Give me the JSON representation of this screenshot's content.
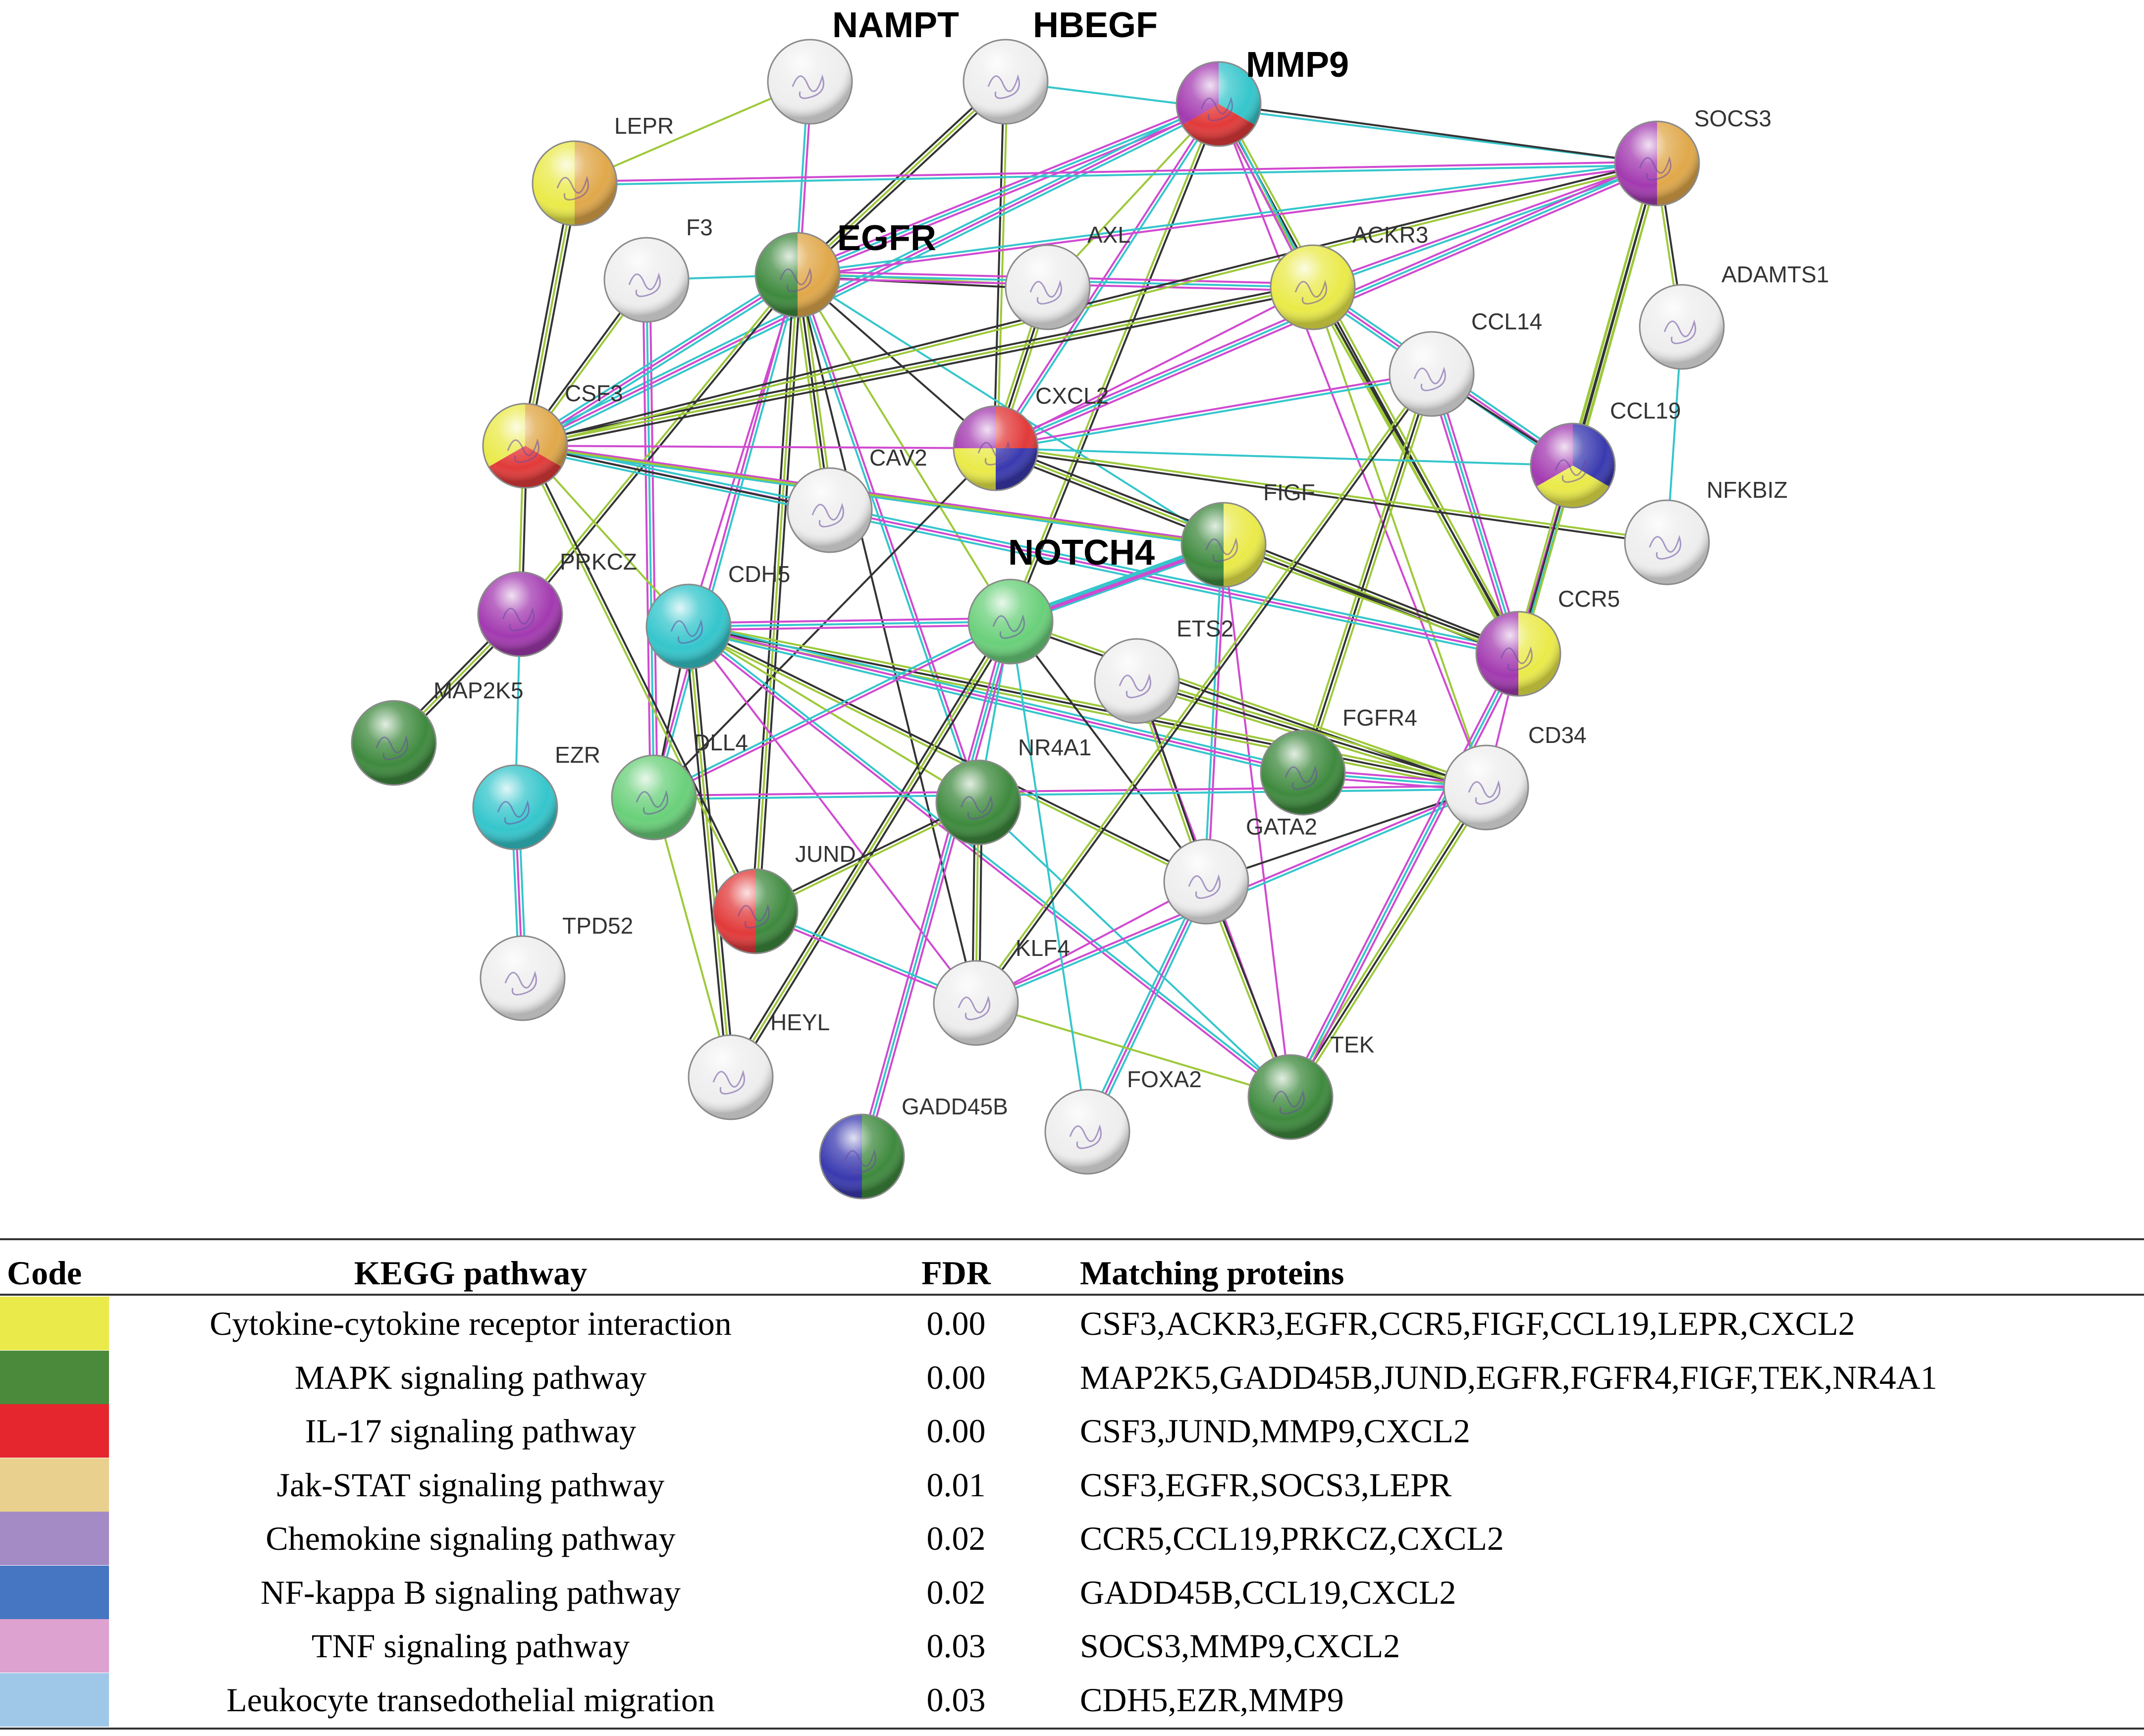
{
  "network": {
    "colors": {
      "yellow": "#eaea4a",
      "green": "#3f8a3f",
      "red": "#e23a3a",
      "tan": "#e0a84a",
      "purple": "#a33ab0",
      "blue": "#3a3ab0",
      "cyan": "#35c6cc",
      "lightgreen": "#6ad07a",
      "white": "#eeeeee"
    },
    "nodes": [
      {
        "id": "NAMPT",
        "label": "NAMPT",
        "bold": true,
        "colors": [
          "white"
        ]
      },
      {
        "id": "HBEGF",
        "label": "HBEGF",
        "bold": true,
        "colors": [
          "white"
        ]
      },
      {
        "id": "MMP9",
        "label": "MMP9",
        "bold": true,
        "colors": [
          "cyan",
          "red",
          "purple"
        ]
      },
      {
        "id": "SOCS3",
        "label": "SOCS3",
        "bold": false,
        "colors": [
          "tan",
          "purple"
        ]
      },
      {
        "id": "LEPR",
        "label": "LEPR",
        "bold": false,
        "colors": [
          "tan",
          "yellow"
        ]
      },
      {
        "id": "F3",
        "label": "F3",
        "bold": false,
        "colors": [
          "white"
        ]
      },
      {
        "id": "EGFR",
        "label": "EGFR",
        "bold": true,
        "colors": [
          "tan",
          "green"
        ]
      },
      {
        "id": "AXL",
        "label": "AXL",
        "bold": false,
        "colors": [
          "white"
        ]
      },
      {
        "id": "ACKR3",
        "label": "ACKR3",
        "bold": false,
        "colors": [
          "yellow"
        ]
      },
      {
        "id": "ADAMTS1",
        "label": "ADAMTS1",
        "bold": false,
        "colors": [
          "white"
        ]
      },
      {
        "id": "CCL14",
        "label": "CCL14",
        "bold": false,
        "colors": [
          "white"
        ]
      },
      {
        "id": "CSF3",
        "label": "CSF3",
        "bold": false,
        "colors": [
          "tan",
          "red",
          "yellow"
        ]
      },
      {
        "id": "CXCL2",
        "label": "CXCL2",
        "bold": false,
        "colors": [
          "red",
          "blue",
          "yellow",
          "purple"
        ]
      },
      {
        "id": "CAV2",
        "label": "CAV2",
        "bold": false,
        "colors": [
          "white"
        ]
      },
      {
        "id": "CCL19",
        "label": "CCL19",
        "bold": false,
        "colors": [
          "blue",
          "yellow",
          "purple"
        ]
      },
      {
        "id": "FIGF",
        "label": "FIGF",
        "bold": false,
        "colors": [
          "yellow",
          "green"
        ]
      },
      {
        "id": "NFKBIZ",
        "label": "NFKBIZ",
        "bold": false,
        "colors": [
          "white"
        ]
      },
      {
        "id": "PRKCZ",
        "label": "PRKCZ",
        "bold": false,
        "colors": [
          "purple"
        ]
      },
      {
        "id": "CDH5",
        "label": "CDH5",
        "bold": false,
        "colors": [
          "cyan"
        ]
      },
      {
        "id": "NOTCH4",
        "label": "NOTCH4",
        "bold": true,
        "colors": [
          "lightgreen"
        ]
      },
      {
        "id": "CCR5",
        "label": "CCR5",
        "bold": false,
        "colors": [
          "yellow",
          "purple"
        ]
      },
      {
        "id": "ETS2",
        "label": "ETS2",
        "bold": false,
        "colors": [
          "white"
        ]
      },
      {
        "id": "MAP2K5",
        "label": "MAP2K5",
        "bold": false,
        "colors": [
          "green"
        ]
      },
      {
        "id": "EZR",
        "label": "EZR",
        "bold": false,
        "colors": [
          "cyan"
        ]
      },
      {
        "id": "DLL4",
        "label": "DLL4",
        "bold": false,
        "colors": [
          "lightgreen"
        ]
      },
      {
        "id": "NR4A1",
        "label": "NR4A1",
        "bold": false,
        "colors": [
          "green"
        ]
      },
      {
        "id": "FGFR4",
        "label": "FGFR4",
        "bold": false,
        "colors": [
          "green"
        ]
      },
      {
        "id": "CD34",
        "label": "CD34",
        "bold": false,
        "colors": [
          "white"
        ]
      },
      {
        "id": "GATA2",
        "label": "GATA2",
        "bold": false,
        "colors": [
          "white"
        ]
      },
      {
        "id": "JUND",
        "label": "JUND",
        "bold": false,
        "colors": [
          "green",
          "red"
        ]
      },
      {
        "id": "TPD52",
        "label": "TPD52",
        "bold": false,
        "colors": [
          "white"
        ]
      },
      {
        "id": "KLF4",
        "label": "KLF4",
        "bold": false,
        "colors": [
          "white"
        ]
      },
      {
        "id": "HEYL",
        "label": "HEYL",
        "bold": false,
        "colors": [
          "white"
        ]
      },
      {
        "id": "TEK",
        "label": "TEK",
        "bold": false,
        "colors": [
          "green"
        ]
      },
      {
        "id": "FOXA2",
        "label": "FOXA2",
        "bold": false,
        "colors": [
          "white"
        ]
      },
      {
        "id": "GADD45B",
        "label": "GADD45B",
        "bold": false,
        "colors": [
          "green",
          "blue"
        ]
      }
    ],
    "edges": [
      [
        "NAMPT",
        "LEPR"
      ],
      [
        "NAMPT",
        "EGFR"
      ],
      [
        "HBEGF",
        "EGFR"
      ],
      [
        "HBEGF",
        "SOCS3"
      ],
      [
        "HBEGF",
        "CXCL2"
      ],
      [
        "MMP9",
        "EGFR"
      ],
      [
        "MMP9",
        "SOCS3"
      ],
      [
        "MMP9",
        "CXCL2"
      ],
      [
        "MMP9",
        "CCR5"
      ],
      [
        "MMP9",
        "CD34"
      ],
      [
        "MMP9",
        "NOTCH4"
      ],
      [
        "MMP9",
        "CSF3"
      ],
      [
        "MMP9",
        "AXL"
      ],
      [
        "LEPR",
        "SOCS3"
      ],
      [
        "LEPR",
        "CSF3"
      ],
      [
        "F3",
        "EGFR"
      ],
      [
        "F3",
        "CSF3"
      ],
      [
        "F3",
        "DLL4"
      ],
      [
        "EGFR",
        "CXCL2"
      ],
      [
        "EGFR",
        "SOCS3"
      ],
      [
        "EGFR",
        "CAV2"
      ],
      [
        "EGFR",
        "CDH5"
      ],
      [
        "EGFR",
        "PRKCZ"
      ],
      [
        "EGFR",
        "CSF3"
      ],
      [
        "EGFR",
        "NOTCH4"
      ],
      [
        "EGFR",
        "NR4A1"
      ],
      [
        "EGFR",
        "JUND"
      ],
      [
        "EGFR",
        "FIGF"
      ],
      [
        "EGFR",
        "AXL"
      ],
      [
        "EGFR",
        "ACKR3"
      ],
      [
        "EGFR",
        "KLF4"
      ],
      [
        "EGFR",
        "DLL4"
      ],
      [
        "AXL",
        "CXCL2"
      ],
      [
        "ACKR3",
        "CXCL2"
      ],
      [
        "ACKR3",
        "CCR5"
      ],
      [
        "ACKR3",
        "CCL19"
      ],
      [
        "ACKR3",
        "CD34"
      ],
      [
        "ACKR3",
        "SOCS3"
      ],
      [
        "ACKR3",
        "CSF3"
      ],
      [
        "ADAMTS1",
        "NFKBIZ"
      ],
      [
        "ADAMTS1",
        "SOCS3"
      ],
      [
        "CCL14",
        "CCR5"
      ],
      [
        "CCL14",
        "CCL19"
      ],
      [
        "CCL14",
        "CXCL2"
      ],
      [
        "CCL14",
        "FGFR4"
      ],
      [
        "CSF3",
        "CXCL2"
      ],
      [
        "CSF3",
        "SOCS3"
      ],
      [
        "CSF3",
        "CCR5"
      ],
      [
        "CSF3",
        "CDH5"
      ],
      [
        "CSF3",
        "FIGF"
      ],
      [
        "CXCL2",
        "CCR5"
      ],
      [
        "CXCL2",
        "CCL19"
      ],
      [
        "CXCL2",
        "NFKBIZ"
      ],
      [
        "CXCL2",
        "SOCS3"
      ],
      [
        "CXCL2",
        "DLL4"
      ],
      [
        "CCL19",
        "CCR5"
      ],
      [
        "CCL19",
        "SOCS3"
      ],
      [
        "FIGF",
        "TEK"
      ],
      [
        "FIGF",
        "CCR5"
      ],
      [
        "FIGF",
        "NOTCH4"
      ],
      [
        "FIGF",
        "CSF3"
      ],
      [
        "FIGF",
        "GATA2"
      ],
      [
        "PRKCZ",
        "MAP2K5"
      ],
      [
        "PRKCZ",
        "EZR"
      ],
      [
        "PRKCZ",
        "CSF3"
      ],
      [
        "CDH5",
        "NOTCH4"
      ],
      [
        "CDH5",
        "DLL4"
      ],
      [
        "CDH5",
        "TEK"
      ],
      [
        "CDH5",
        "CD34"
      ],
      [
        "CDH5",
        "KLF4"
      ],
      [
        "CDH5",
        "GATA2"
      ],
      [
        "CDH5",
        "FGFR4"
      ],
      [
        "CDH5",
        "NR4A1"
      ],
      [
        "NOTCH4",
        "DLL4"
      ],
      [
        "NOTCH4",
        "HEYL"
      ],
      [
        "NOTCH4",
        "NR4A1"
      ],
      [
        "NOTCH4",
        "CD34"
      ],
      [
        "NOTCH4",
        "GADD45B"
      ],
      [
        "NOTCH4",
        "GATA2"
      ],
      [
        "NOTCH4",
        "FIGF"
      ],
      [
        "ETS2",
        "CD34"
      ],
      [
        "ETS2",
        "TEK"
      ],
      [
        "ETS2",
        "GATA2"
      ],
      [
        "EZR",
        "TPD52"
      ],
      [
        "DLL4",
        "HEYL"
      ],
      [
        "DLL4",
        "CD34"
      ],
      [
        "NR4A1",
        "KLF4"
      ],
      [
        "NR4A1",
        "TEK"
      ],
      [
        "NR4A1",
        "JUND"
      ],
      [
        "FGFR4",
        "CD34"
      ],
      [
        "CD34",
        "GATA2"
      ],
      [
        "CD34",
        "KLF4"
      ],
      [
        "CD34",
        "TEK"
      ],
      [
        "GATA2",
        "KLF4"
      ],
      [
        "GATA2",
        "TEK"
      ],
      [
        "GATA2",
        "FOXA2"
      ],
      [
        "KLF4",
        "TEK"
      ],
      [
        "KLF4",
        "JUND"
      ],
      [
        "HEYL",
        "CDH5"
      ],
      [
        "FOXA2",
        "NOTCH4"
      ],
      [
        "JUND",
        "CSF3"
      ],
      [
        "TEK",
        "CCR5"
      ],
      [
        "CAV2",
        "CSF3"
      ],
      [
        "MMP9",
        "ACKR3"
      ],
      [
        "SOCS3",
        "CCR5"
      ],
      [
        "CCR5",
        "CD34"
      ],
      [
        "CCL14",
        "KLF4"
      ]
    ]
  },
  "table": {
    "headers": {
      "code": "Code",
      "pathway": "KEGG pathway",
      "fdr": "FDR",
      "proteins": "Matching proteins"
    },
    "rows": [
      {
        "color": "#eaea4a",
        "pathway": "Cytokine-cytokine receptor interaction",
        "fdr": "0.00",
        "proteins": "CSF3,ACKR3,EGFR,CCR5,FIGF,CCL19,LEPR,CXCL2"
      },
      {
        "color": "#4a8a3a",
        "pathway": "MAPK signaling pathway",
        "fdr": "0.00",
        "proteins": "MAP2K5,GADD45B,JUND,EGFR,FGFR4,FIGF,TEK,NR4A1"
      },
      {
        "color": "#e5262e",
        "pathway": "IL-17 signaling pathway",
        "fdr": "0.00",
        "proteins": "CSF3,JUND,MMP9,CXCL2"
      },
      {
        "color": "#e9d08e",
        "pathway": "Jak-STAT signaling pathway",
        "fdr": "0.01",
        "proteins": "CSF3,EGFR,SOCS3,LEPR"
      },
      {
        "color": "#a58bc5",
        "pathway": "Chemokine signaling pathway",
        "fdr": "0.02",
        "proteins": "CCR5,CCL19,PRKCZ,CXCL2"
      },
      {
        "color": "#4676c2",
        "pathway": "NF-kappa B signaling pathway",
        "fdr": "0.02",
        "proteins": "GADD45B,CCL19,CXCL2"
      },
      {
        "color": "#dea2d0",
        "pathway": "TNF signaling pathway",
        "fdr": "0.03",
        "proteins": "SOCS3,MMP9,CXCL2"
      },
      {
        "color": "#9fc8e8",
        "pathway": "Leukocyte transedothelial migration",
        "fdr": "0.03",
        "proteins": "CDH5,EZR,MMP9"
      }
    ]
  }
}
